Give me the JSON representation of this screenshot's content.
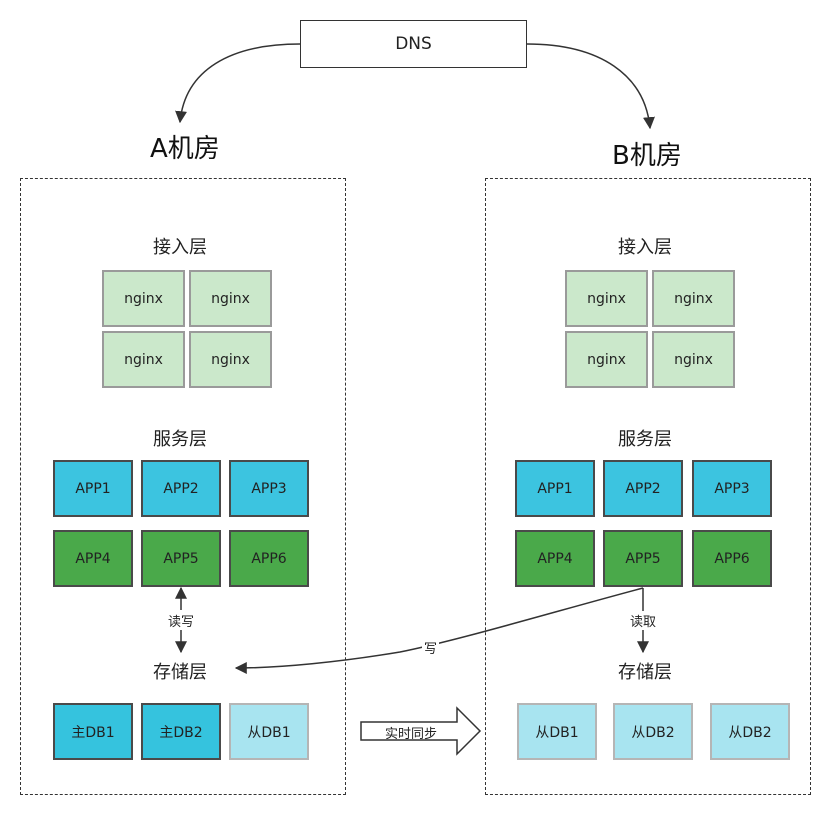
{
  "dns": {
    "label": "DNS"
  },
  "room_a": {
    "title": "A机房",
    "access_layer": {
      "title": "接入层",
      "nodes": [
        "nginx",
        "nginx",
        "nginx",
        "nginx"
      ]
    },
    "service_layer": {
      "title": "服务层",
      "row1": [
        "APP1",
        "APP2",
        "APP3"
      ],
      "row2": [
        "APP4",
        "APP5",
        "APP6"
      ]
    },
    "rw_label": "读写",
    "storage_layer": {
      "title": "存储层",
      "dbs": [
        "主DB1",
        "主DB2",
        "从DB1"
      ]
    }
  },
  "room_b": {
    "title": "B机房",
    "access_layer": {
      "title": "接入层",
      "nodes": [
        "nginx",
        "nginx",
        "nginx",
        "nginx"
      ]
    },
    "service_layer": {
      "title": "服务层",
      "row1": [
        "APP1",
        "APP2",
        "APP3"
      ],
      "row2": [
        "APP4",
        "APP5",
        "APP6"
      ]
    },
    "read_label": "读取",
    "storage_layer": {
      "title": "存储层",
      "dbs": [
        "从DB1",
        "从DB2",
        "从DB2"
      ]
    }
  },
  "write_label": "写",
  "sync_label": "实时同步",
  "colors": {
    "nginx": "#cbe8cb",
    "app_top": "#3cc4e0",
    "app_bottom": "#4aa94a",
    "db_main": "#35c3de",
    "db_slave": "#a8e4f0"
  }
}
